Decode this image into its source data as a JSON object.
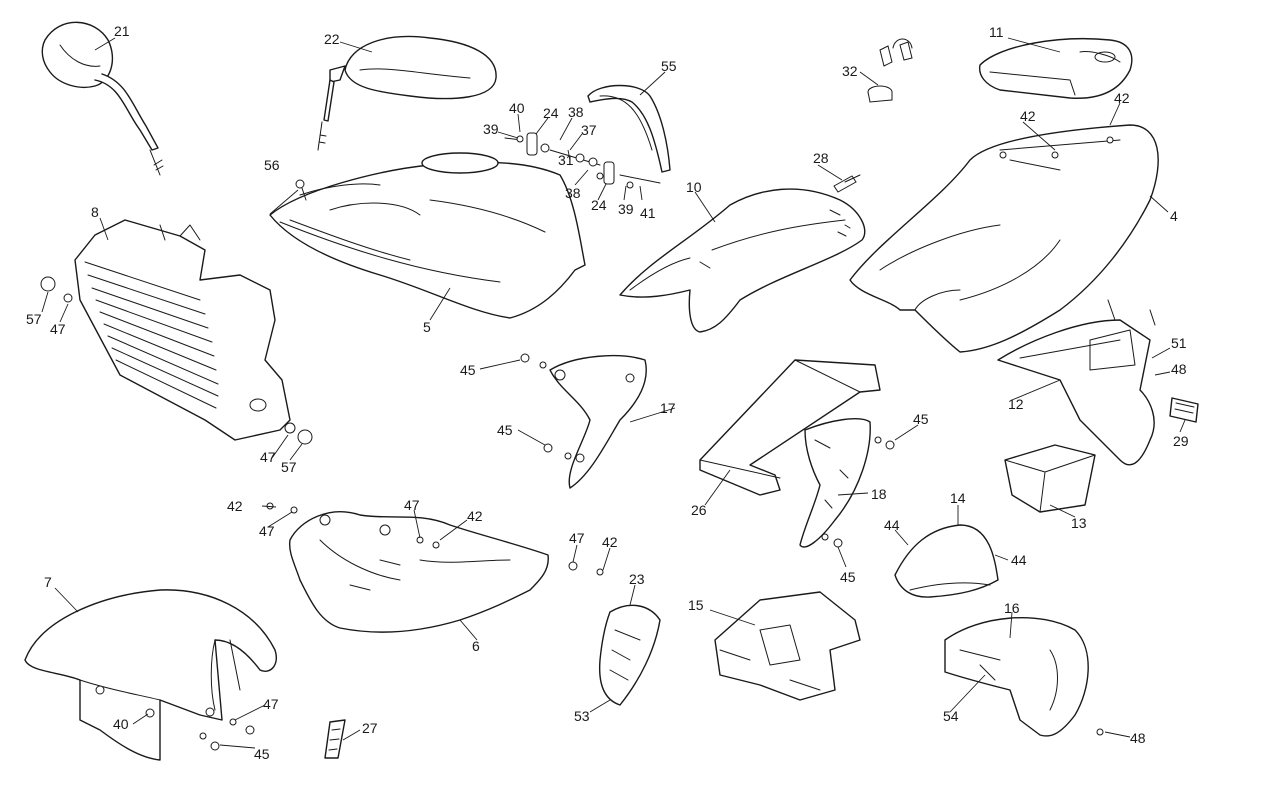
{
  "labels": [
    "4",
    "5",
    "6",
    "7",
    "8",
    "10",
    "11",
    "12",
    "13",
    "14",
    "15",
    "16",
    "17",
    "18",
    "21",
    "22",
    "23",
    "24",
    "26",
    "27",
    "28",
    "29",
    "31",
    "32",
    "37",
    "38",
    "39",
    "40",
    "41",
    "42",
    "44",
    "45",
    "47",
    "48",
    "51",
    "53",
    "54",
    "55",
    "56",
    "57"
  ],
  "colors": {
    "line": "#1a1a1a",
    "background": "#ffffff"
  }
}
